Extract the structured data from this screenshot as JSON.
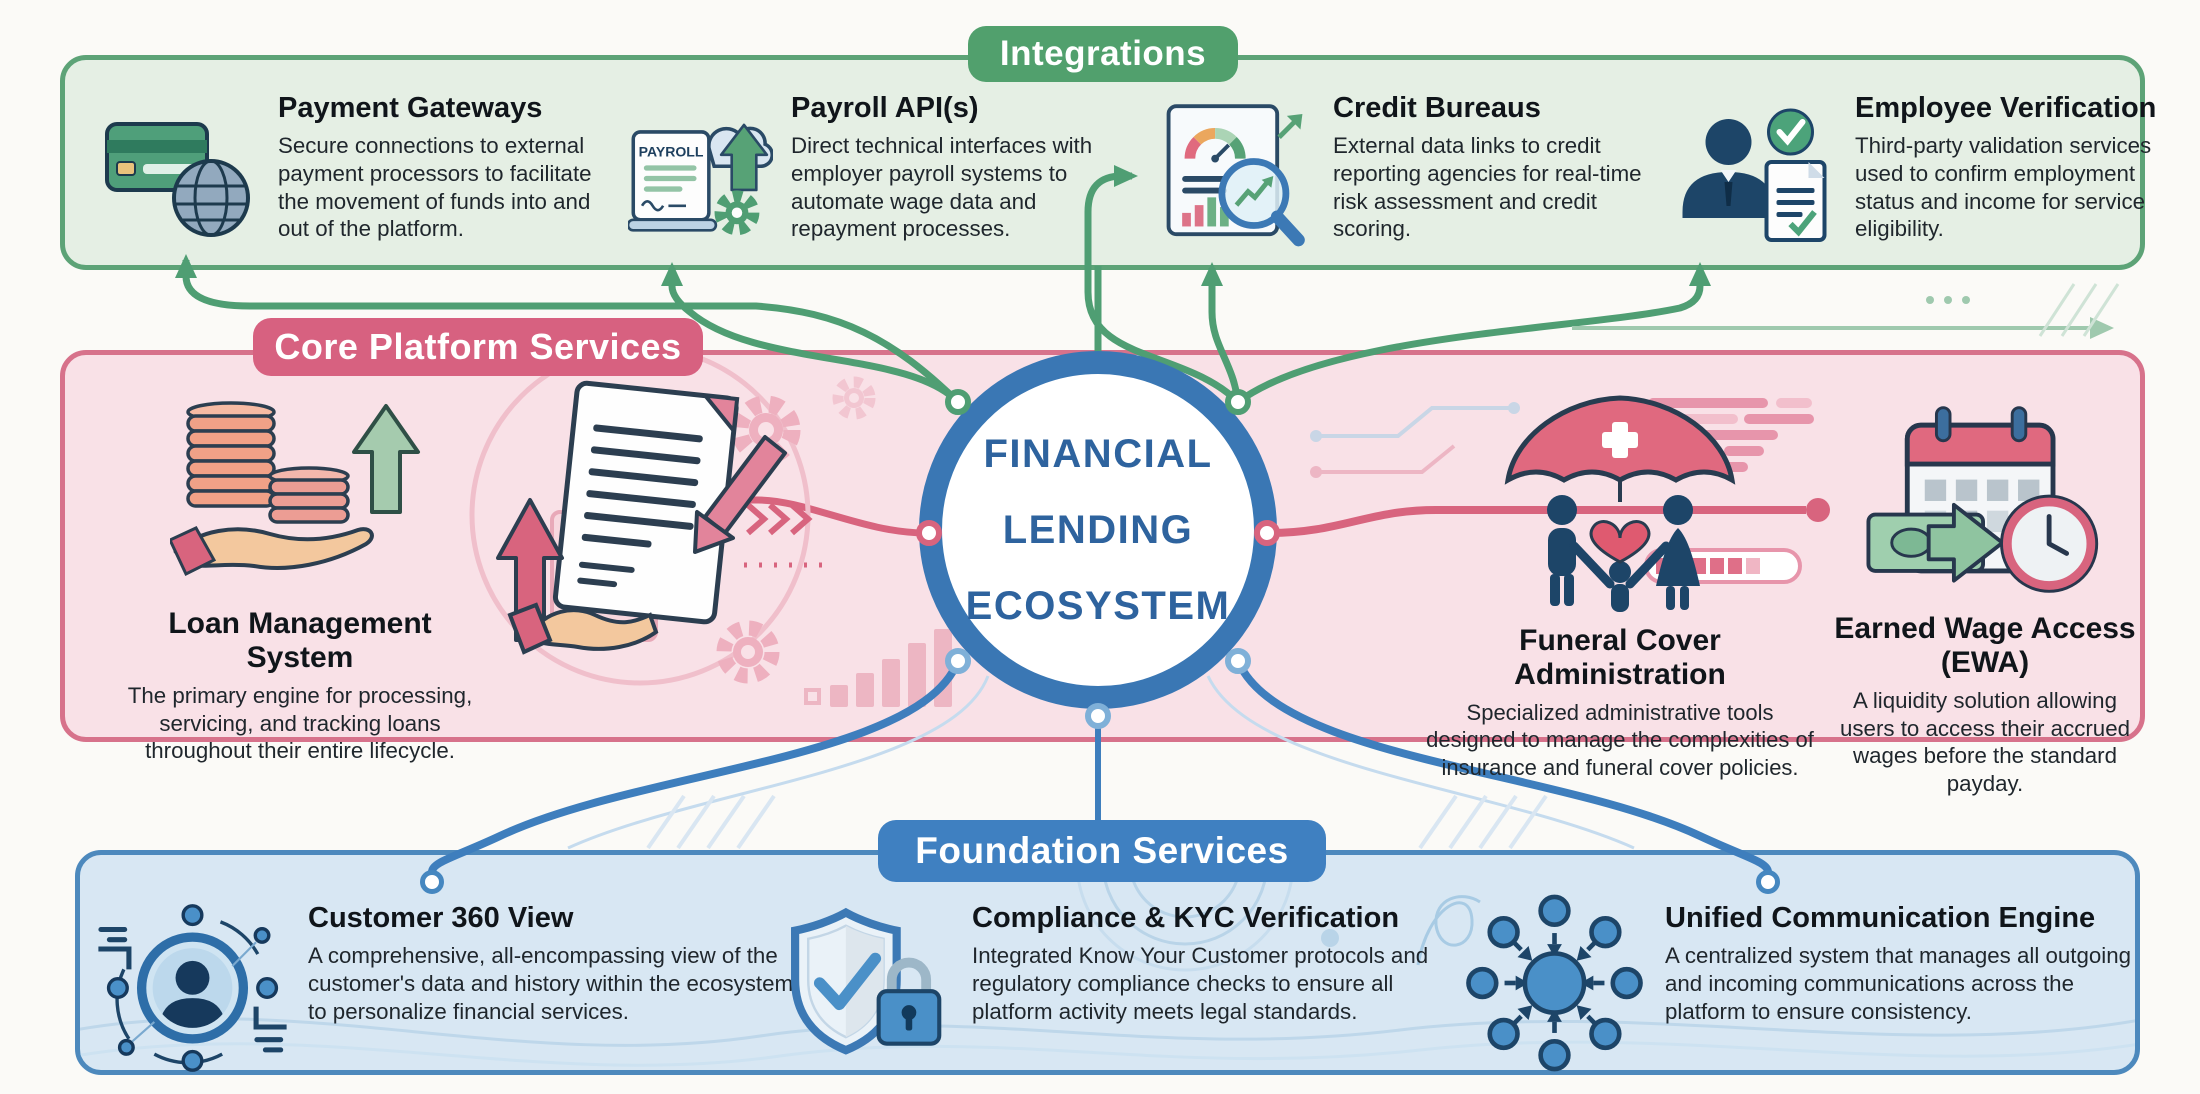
{
  "center": {
    "lines": [
      "FINANCIAL",
      "LENDING",
      "ECOSYSTEM"
    ]
  },
  "sections": {
    "integrations": {
      "label": "Integrations",
      "items": [
        {
          "icon": "payment-gateways-icon",
          "title": "Payment Gateways",
          "desc": "Secure connections to external payment processors to facilitate the movement of funds into and out of the platform."
        },
        {
          "icon": "payroll-api-icon",
          "icon_label": "PAYROLL",
          "title": "Payroll API(s)",
          "desc": "Direct technical interfaces with employer payroll systems to automate wage data and repayment processes."
        },
        {
          "icon": "credit-bureaus-icon",
          "title": "Credit Bureaus",
          "desc": "External data links to credit reporting agencies for real-time risk assessment and credit scoring."
        },
        {
          "icon": "employee-verification-icon",
          "title": "Employee Verification",
          "desc": "Third-party validation services used to confirm employment status and income for service eligibility."
        }
      ]
    },
    "core_platform": {
      "label": "Core Platform Services",
      "items": [
        {
          "icon": "loan-management-icon",
          "title": "Loan Management System",
          "desc": "The primary engine for processing, servicing, and tracking loans throughout their entire lifecycle."
        },
        {
          "icon": "funeral-cover-icon",
          "title": "Funeral Cover Administration",
          "desc": "Specialized administrative tools designed to manage the complexities of insurance and funeral cover policies."
        },
        {
          "icon": "earned-wage-icon",
          "title": "Earned Wage Access (EWA)",
          "desc": "A liquidity solution allowing users to access their accrued wages before the standard payday."
        }
      ]
    },
    "foundation": {
      "label": "Foundation Services",
      "items": [
        {
          "icon": "customer-360-icon",
          "title": "Customer 360 View",
          "desc": "A comprehensive, all-encompassing view of the customer's data and history within the ecosystem to personalize financial services."
        },
        {
          "icon": "compliance-kyc-icon",
          "title": "Compliance & KYC Verification",
          "desc": "Integrated Know Your Customer protocols and regulatory compliance checks to ensure all platform activity meets legal standards."
        },
        {
          "icon": "unified-communication-icon",
          "title": "Unified Communication Engine",
          "desc": "A centralized system that manages all outgoing and incoming communications across the platform to ensure consistency."
        }
      ]
    }
  },
  "colors": {
    "green_accent": "#51a06d",
    "green_fill": "#e5efe4",
    "pink_accent": "#d76180",
    "pink_fill": "#f9e1e7",
    "blue_accent": "#3f80c1",
    "blue_fill": "#d8e7f3",
    "ring_blue": "#3a77b4",
    "center_text": "#2e639e"
  }
}
